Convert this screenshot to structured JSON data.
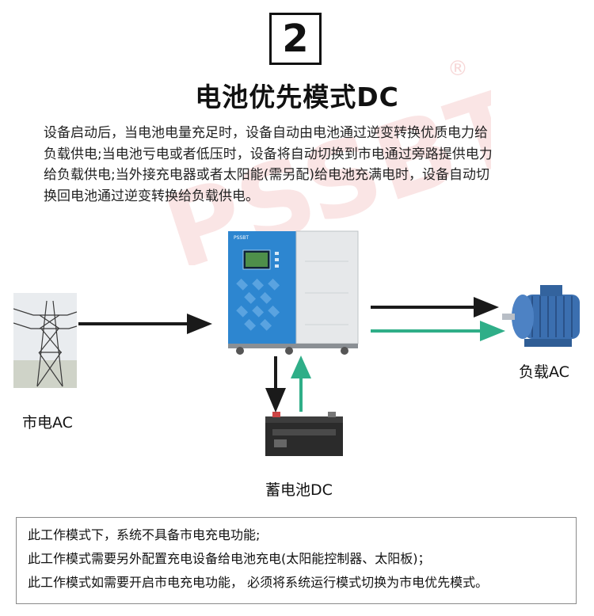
{
  "header": {
    "step_number": "2",
    "title": "电池优先模式DC",
    "watermark_text": "PSSBT",
    "registered_mark": "®"
  },
  "description": [
    "设备启动后，当电池电量充足时，设备自动由电池通过逆变转换优质电力给",
    "负载供电;当电池亏电或者低压时，设备将自动切换到市电通过旁路提供电力",
    "给负载供电;当外接充电器或者太阳能(需另配)给电池充满电时，设备自动切",
    "换回电池通过逆变转换给负载供电。"
  ],
  "diagram": {
    "grid_label": "市电AC",
    "load_label": "负载AC",
    "battery_label": "蓄电池DC",
    "device_brand": "PSSBT",
    "colors": {
      "black_arrow": "#1a1a1a",
      "green_arrow": "#2fae88",
      "cabinet_blue": "#2d86d0",
      "motor_blue": "#3b6fb0"
    }
  },
  "notes": [
    "此工作模式下，系统不具备市电充电功能;",
    "此工作模式需要另外配置充电设备给电池充电(太阳能控制器、太阳板)；",
    "此工作模式如需要开启市电充电功能， 必须将系统运行模式切换为市电优先模式。"
  ]
}
